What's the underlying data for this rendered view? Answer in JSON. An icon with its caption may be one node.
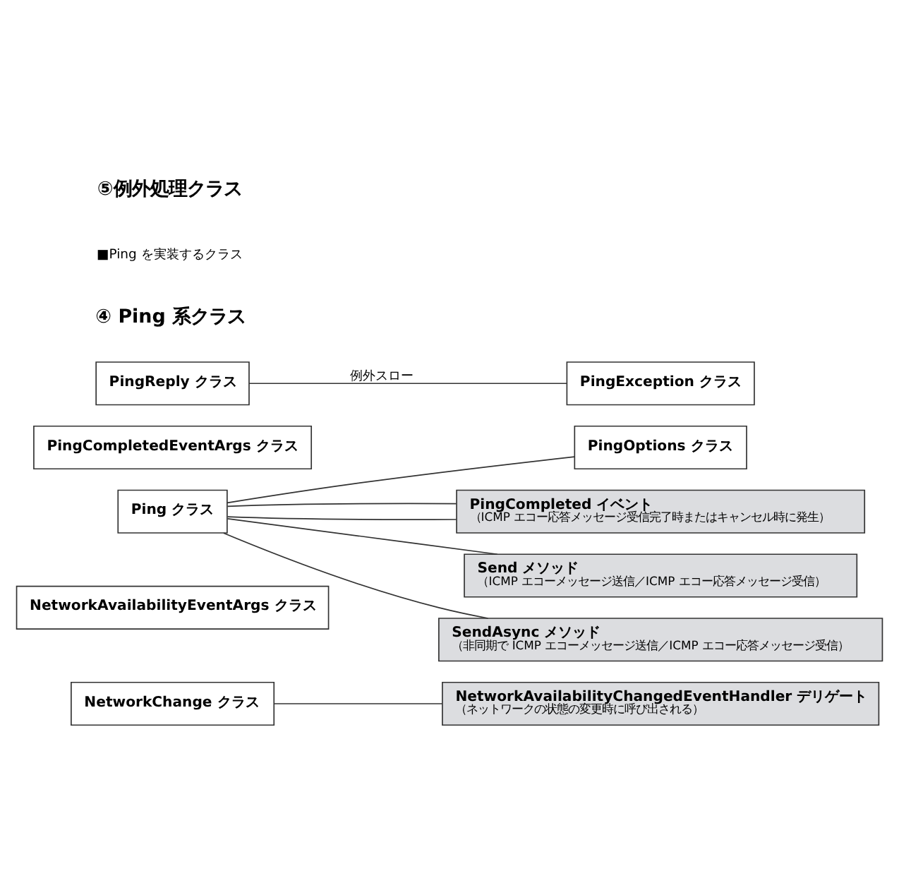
{
  "diagram": {
    "nodes": [
      {
        "text": [
          "NetworkChange クラス"
        ]
      },
      {
        "text": [
          "NetworkAvailabilityChangedEventHandler デリゲート",
          "（ネットワークの状態の変更時に呼び出される）"
        ]
      },
      {
        "text": [
          "NetworkAvailabilityEventArgs クラス"
        ]
      },
      {
        "text": [
          "Ping クラス"
        ]
      },
      {
        "text": [
          "PingOptions クラス"
        ]
      },
      {
        "text": [
          "PingCompleted イベント",
          "（ICMP エコー応答メッセージ受信完了時またはキャンセル時に発生）"
        ]
      },
      {
        "text": [
          "PingCompletedEventArgs クラス"
        ]
      },
      {
        "text": [
          "Send メソッド",
          "（ICMP エコーメッセージ送信／ICMP エコー応答メッセージ受信）"
        ]
      },
      {
        "text": [
          "SendAsync メソッド",
          "（非同期で ICMP エコーメッセージ送信／ICMP エコー応答メッセージ受信）"
        ]
      },
      {
        "text": [
          "PingReply クラス"
        ]
      },
      {
        "text": [
          "PingException クラス"
        ]
      }
    ],
    "edges": [
      {
        "from": 0,
        "to": 1,
        "arrow": "none"
      },
      {
        "from": 3,
        "to": 4,
        "arrow": "none"
      },
      {
        "from": 3,
        "to": 5,
        "arrow": "none"
      },
      {
        "from": 3,
        "to": 5,
        "arrow": "none"
      },
      {
        "from": 3,
        "to": 7,
        "arrow": "none"
      },
      {
        "from": 3,
        "to": 8,
        "arrow": "none"
      },
      {
        "from": 9,
        "to": 10,
        "arrow": "none",
        "label": "例外スロー"
      }
    ],
    "labels": [
      "④ Ping 系クラス",
      "■Ping を実装するクラス",
      "⑤例外処理クラス"
    ]
  }
}
